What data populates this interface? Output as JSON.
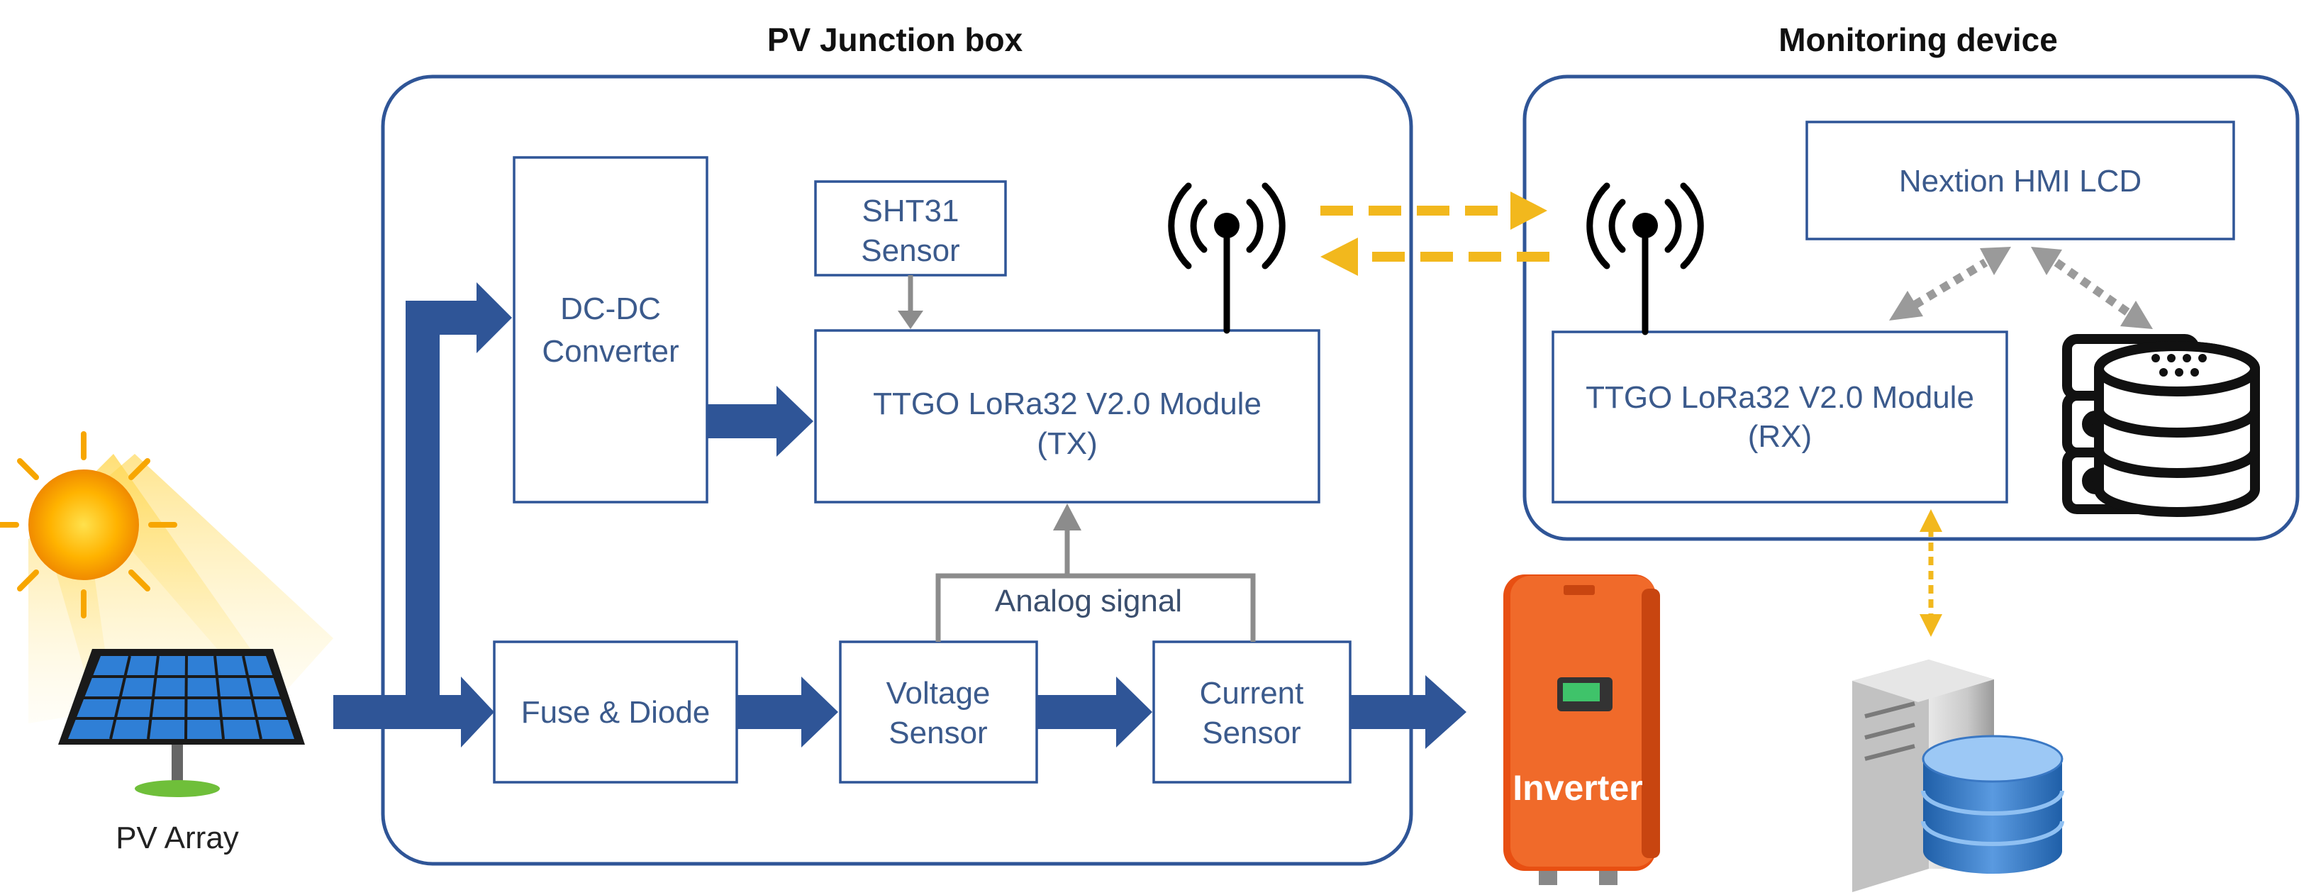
{
  "colors": {
    "box_stroke": "#2f5597",
    "flow_arrow": "#2f5597",
    "wireless": "#f2b81d",
    "signal_gray": "#8c8c8c",
    "inverter": "#f06a2a"
  },
  "titles": {
    "junction_box": "PV Junction box",
    "monitoring": "Monitoring device"
  },
  "blocks": {
    "dcdc": [
      "DC-DC",
      "Converter"
    ],
    "sht31": [
      "SHT31",
      "Sensor"
    ],
    "tx": [
      "TTGO LoRa32  V2.0 Module",
      "(TX)"
    ],
    "fuse": "Fuse & Diode",
    "voltage": [
      "Voltage",
      "Sensor"
    ],
    "current": [
      "Current",
      "Sensor"
    ],
    "nextion": "Nextion HMI  LCD",
    "rx": [
      "TTGO LoRa32  V2.0 Module",
      "(RX)"
    ]
  },
  "labels": {
    "analog": "Analog signal",
    "pv_array": "PV Array",
    "inverter": "Inverter"
  },
  "icons": [
    "sun-icon",
    "solar-panel-icon",
    "antenna-icon",
    "inverter-icon",
    "server-database-icon",
    "server-tower-icon"
  ]
}
